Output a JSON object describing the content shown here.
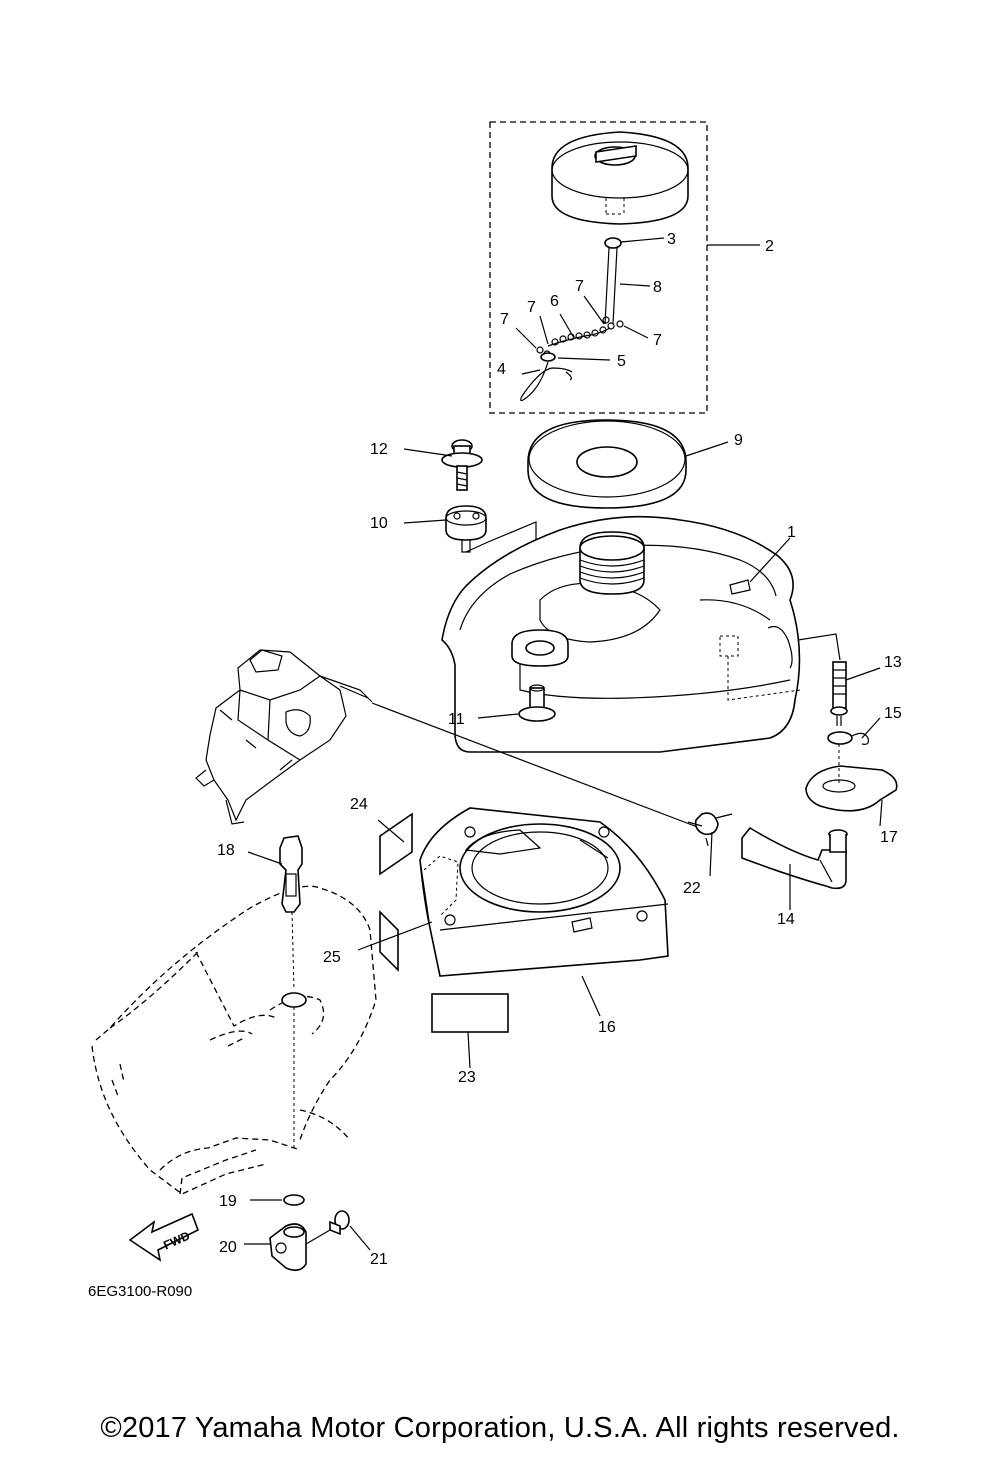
{
  "diagram": {
    "code": "6EG3100-R090",
    "fwd_label": "FWD",
    "callouts": [
      "1",
      "2",
      "3",
      "4",
      "5",
      "6",
      "7",
      "7",
      "7",
      "7",
      "8",
      "9",
      "10",
      "11",
      "12",
      "13",
      "14",
      "15",
      "16",
      "17",
      "18",
      "19",
      "20",
      "21",
      "22",
      "23",
      "24",
      "25"
    ]
  },
  "footer": {
    "copyright": "©2017 Yamaha Motor Corporation, U.S.A. All rights reserved."
  }
}
